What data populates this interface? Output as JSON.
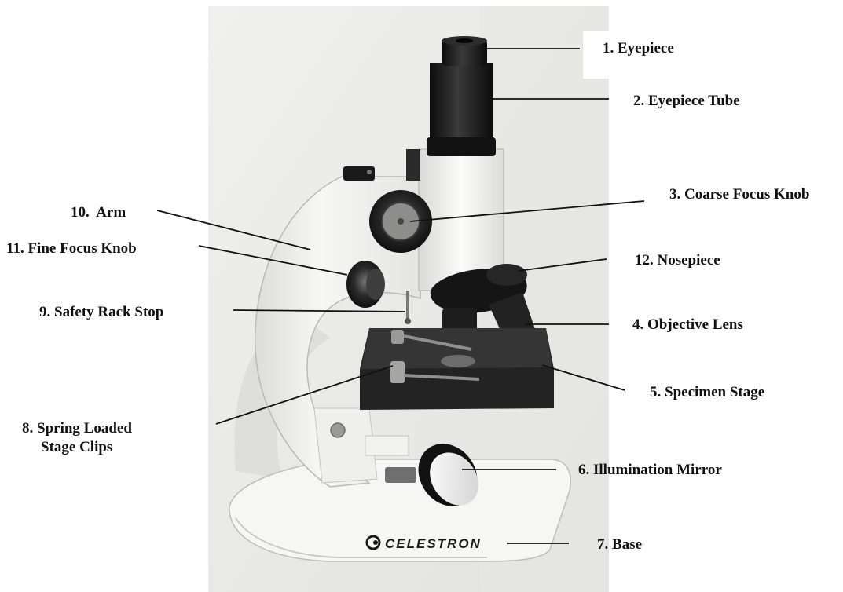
{
  "labels": {
    "eyepiece": "1. Eyepiece",
    "eyepiece_tube": "2. Eyepiece Tube",
    "coarse_focus_knob": "3. Coarse Focus Knob",
    "objective_lens": "4. Objective Lens",
    "specimen_stage": "5. Specimen Stage",
    "illumination_mirror": "6. Illumination Mirror",
    "base": "7. Base",
    "stage_clips_line1": "8. Spring Loaded",
    "stage_clips_line2": "Stage Clips",
    "safety_rack_stop": "9. Safety Rack Stop",
    "arm": "10.  Arm",
    "fine_focus_knob": "11. Fine Focus Knob",
    "nosepiece": "12. Nosepiece"
  },
  "brand": {
    "logo_text": "CELESTRON"
  },
  "colors": {
    "background": "#ffffff",
    "photo_backdrop": "#ececea",
    "microscope_body": "#f4f4f2",
    "microscope_black": "#1c1c1c",
    "leader_line": "#111111"
  }
}
